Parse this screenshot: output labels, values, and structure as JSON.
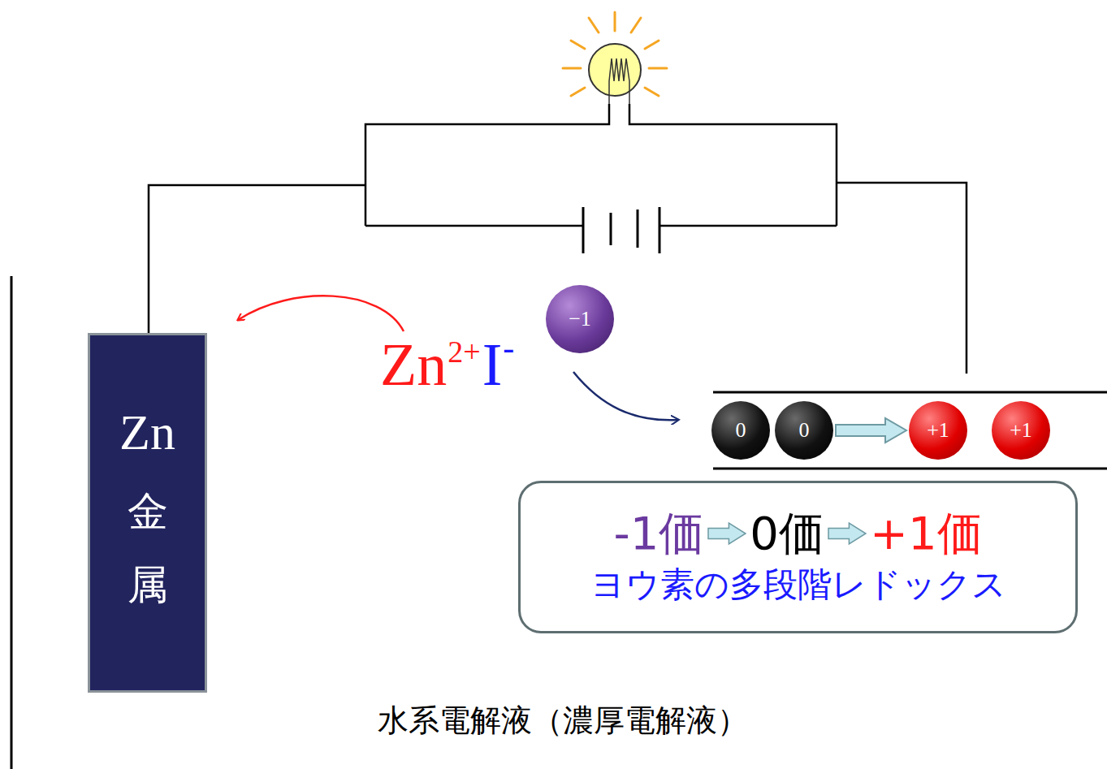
{
  "diagram": {
    "caption": "水系電解液（濃厚電解液）",
    "nodes": [
      {
        "text": [
          "Zn",
          "金属"
        ]
      },
      {
        "text": [
          "−1"
        ]
      },
      {
        "text": [
          "0"
        ]
      },
      {
        "text": [
          "0"
        ]
      },
      {
        "text": [
          "+1"
        ]
      },
      {
        "text": [
          "+1"
        ]
      },
      {
        "text": [
          "-1価",
          "0価",
          "+1価",
          "ヨウ素の多段階レドックス"
        ]
      }
    ],
    "edges": [
      {
        "from": 3,
        "to": 4,
        "arrow": "to"
      }
    ],
    "labels": [
      "Zn",
      "2+",
      "I",
      "-"
    ]
  }
}
